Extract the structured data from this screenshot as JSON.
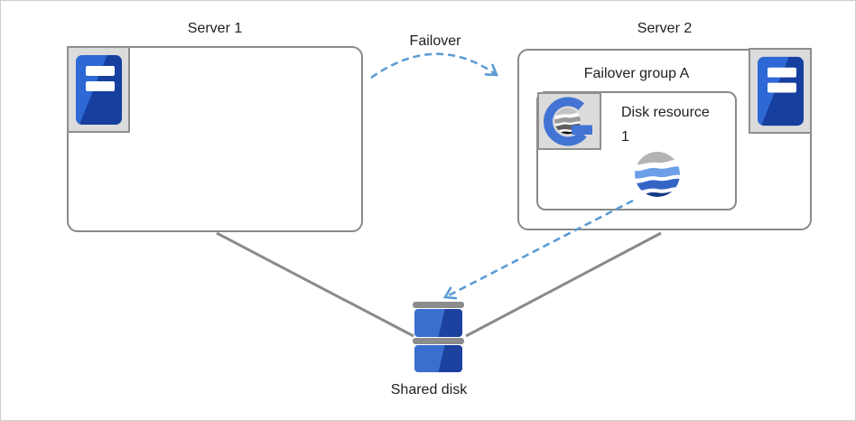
{
  "palette": {
    "accent_blue": "#5B9BD5",
    "connector_gray": "#8A8A8A",
    "box_border_gray": "#898989",
    "icon_frame_bg": "#DBDBDB",
    "icon_frame_border": "#8F8F8F",
    "tower_blue_light": "#2D68D5",
    "tower_blue_dark": "#163F9F",
    "disk_blue_light": "#3A6FD0",
    "disk_blue_dark": "#1C419F",
    "disk_cap_gray": "#8C8C8C",
    "g_logo_blue": "#4374D4",
    "wave_gray_1": "#C2C2C2",
    "wave_gray_2": "#9A9A9A",
    "wave_gray_3": "#5F5F5F",
    "wave_gray_4": "#0B0B0B",
    "wave_blue_1": "#B3B3B3",
    "wave_blue_2": "#6D9EE8",
    "wave_blue_3": "#3465C6",
    "wave_blue_4": "#143B85",
    "text_color": "#1F1F1F",
    "canvas_border": "#CCCCCC"
  },
  "icons": {
    "server": "server-tower-icon",
    "failover_group": "cluster-group-g-icon",
    "disk_resource": "wave-sphere-icon",
    "shared_disk": "disk-stack-icon"
  },
  "diagram": {
    "server1": {
      "label": "Server 1"
    },
    "server2": {
      "label": "Server 2"
    },
    "failover_arrow": {
      "label": "Failover"
    },
    "failover_group": {
      "label": "Failover group A"
    },
    "disk_resource": {
      "label": "Disk resource 1"
    },
    "shared_disk": {
      "label": "Shared disk"
    }
  }
}
